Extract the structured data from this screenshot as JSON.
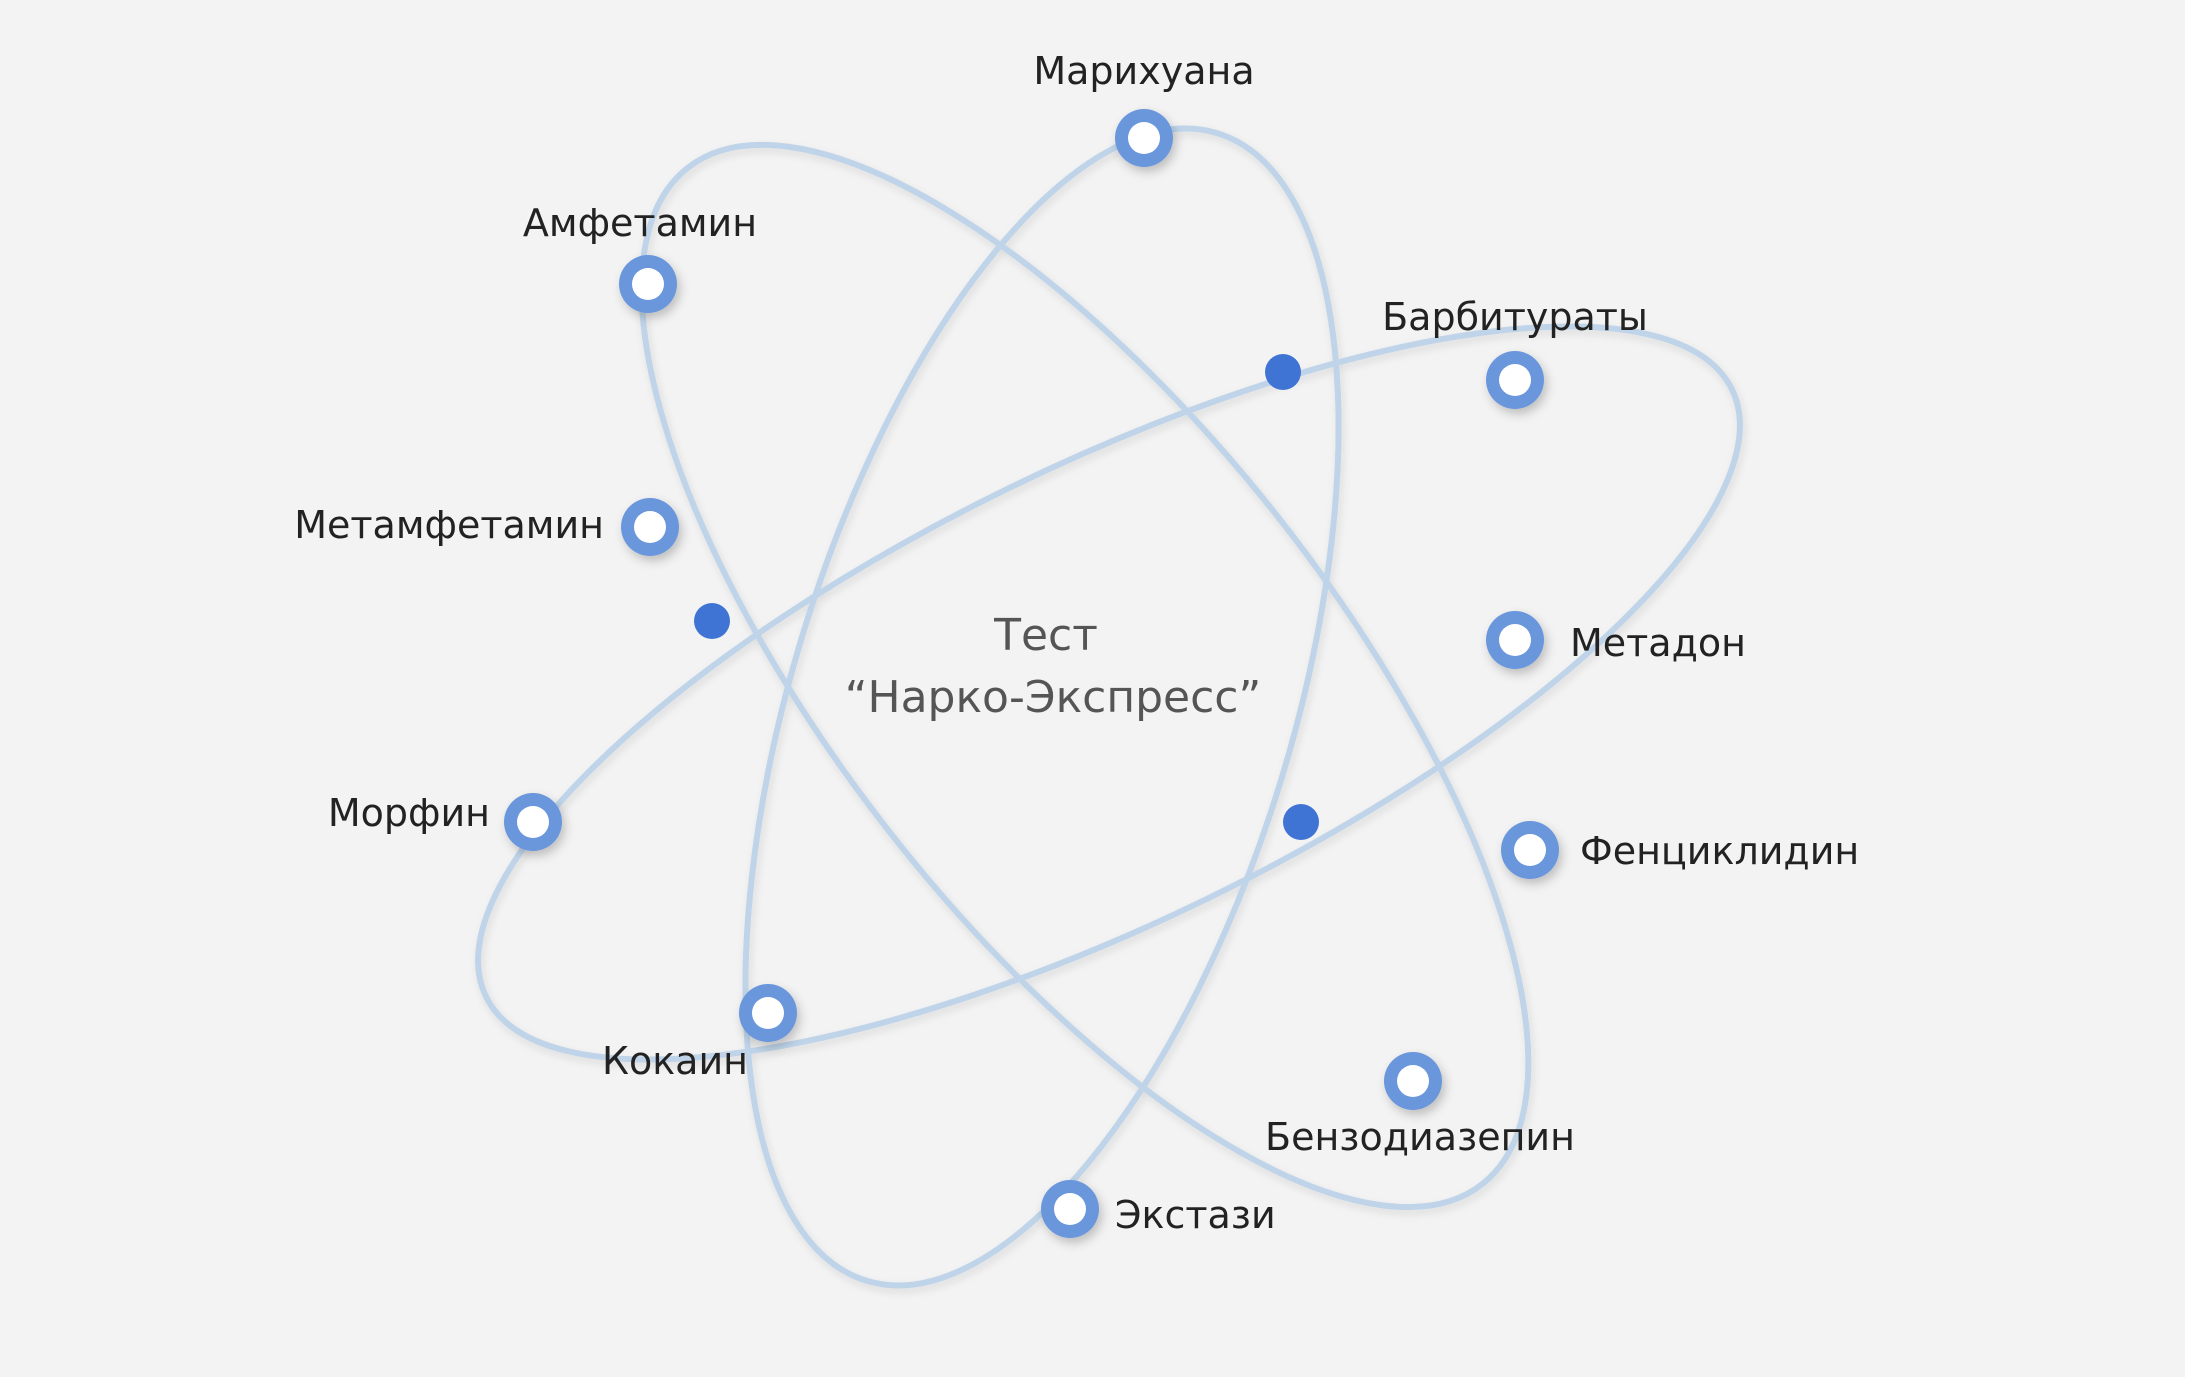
{
  "center": {
    "line1": "Тест",
    "line2": "“Нарко-Экспресс”"
  },
  "colors": {
    "background": "#f3f3f3",
    "orbit": "#bfd4e9",
    "node_ring": "#6b96dc",
    "dot": "#3f73d4"
  },
  "labels": {
    "marijuana": "Марихуана",
    "amphetamine": "Амфетамин",
    "barbiturates": "Барбитураты",
    "methamphetamine": "Метамфетамин",
    "methadone": "Метадон",
    "morphine": "Морфин",
    "phencyclidine": "Фенциклидин",
    "cocaine": "Кокаин",
    "benzodiazepine": "Бензодиазепин",
    "ecstasy": "Экстази"
  }
}
